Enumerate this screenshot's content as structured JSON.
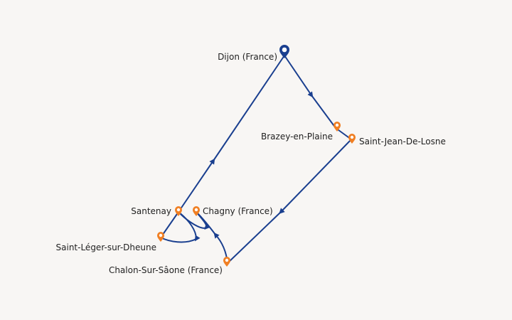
{
  "map": {
    "colors": {
      "background": "#f8f6f4",
      "route": "#1a3f8f",
      "start_marker": "#1a3f8f",
      "stop_marker": "#f07f23"
    },
    "start": {
      "name": "Dijon (France)",
      "icon": "start-pin-icon"
    },
    "stops": [
      {
        "name": "Brazey-en-Plaine",
        "icon": "location-pin-icon"
      },
      {
        "name": "Saint-Jean-De-Losne",
        "icon": "location-pin-icon"
      },
      {
        "name": "Chalon-Sur-Sâone (France)",
        "icon": "location-pin-icon"
      },
      {
        "name": "Chagny (France)",
        "icon": "location-pin-icon"
      },
      {
        "name": "Santenay",
        "icon": "location-pin-icon"
      },
      {
        "name": "Saint-Léger-sur-Dheune",
        "icon": "location-pin-icon"
      }
    ]
  }
}
